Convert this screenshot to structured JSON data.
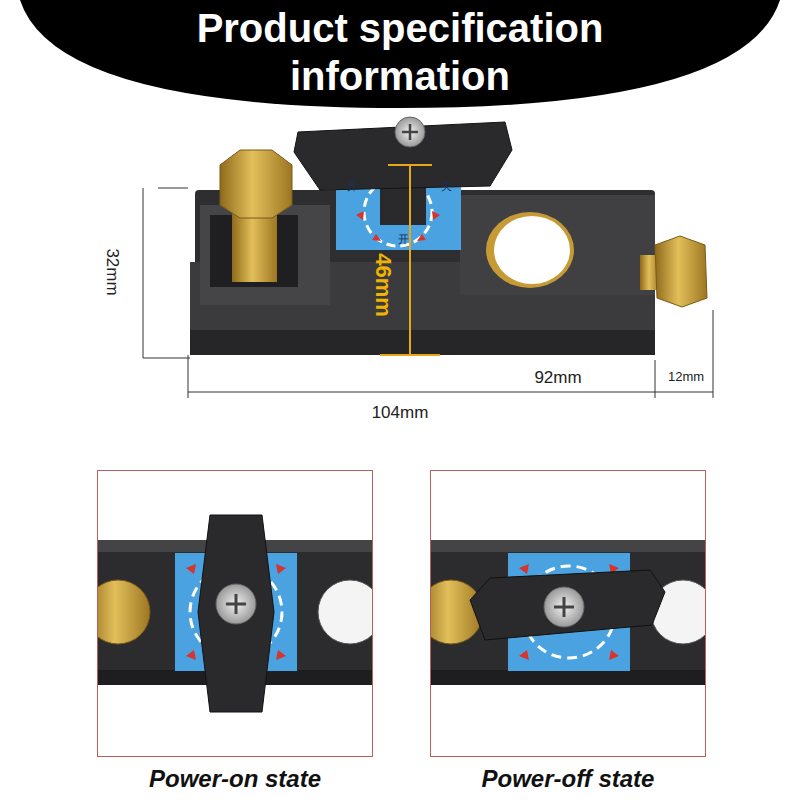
{
  "diagram": {
    "title": "Product specification information",
    "nodes": [
      {
        "text": [
          "Power-on state"
        ]
      },
      {
        "text": [
          "Power-off state"
        ]
      }
    ],
    "labels": [
      "32mm",
      "46mm",
      "92mm",
      "12mm",
      "104mm",
      "开",
      "关",
      "开"
    ]
  }
}
